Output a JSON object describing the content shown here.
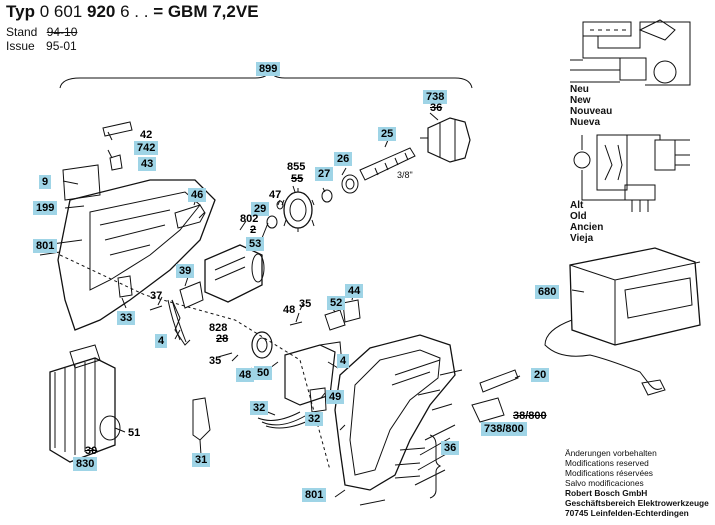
{
  "header": {
    "typ_label": "Typ",
    "typ_number_prefix": "0 601",
    "typ_number_bold": "920",
    "typ_number_suffix": "6 . .",
    "model": "= GBM 7,2VE",
    "stand_label": "Stand",
    "stand_old": "94-10",
    "issue_label": "Issue",
    "issue_value": "95-01"
  },
  "callouts": {
    "c899": "899",
    "c738": "738",
    "c36": "36",
    "c42": "42",
    "c742": "742",
    "c43": "43",
    "c25": "25",
    "c9": "9",
    "c199": "199",
    "c46": "46",
    "c855": "855",
    "c55": "55",
    "c26": "26",
    "c27": "27",
    "c47": "47",
    "c29": "29",
    "c802": "802",
    "c2": "2",
    "c53": "53",
    "c801a": "801",
    "c39": "39",
    "c37": "37",
    "c33": "33",
    "c35a": "35",
    "c52": "52",
    "c44": "44",
    "c48a": "48",
    "c828": "828",
    "c28": "28",
    "c4a": "4",
    "c35b": "35",
    "c4b": "4",
    "c48b": "48",
    "c50": "50",
    "c49": "49",
    "c32a": "32",
    "c32b": "32",
    "c51": "51",
    "c30": "30",
    "c830": "830",
    "c31": "31",
    "c20": "20",
    "c680": "680",
    "c38_800": "38/800",
    "c738_800": "738/800",
    "c36b": "36",
    "c801b": "801",
    "c38_8": "3/8\""
  },
  "legend_new": [
    "Neu",
    "New",
    "Nouveau",
    "Nueva"
  ],
  "legend_old": [
    "Alt",
    "Old",
    "Ancien",
    "Vieja"
  ],
  "footer": {
    "lines": [
      "Änderungen vorbehalten",
      "Modifications reserved",
      "Modifications réservées",
      "Salvo modificaciones"
    ],
    "company": [
      "Robert Bosch GmbH",
      "Geschäftsbereich Elektrowerkzeuge",
      "70745 Leinfelden-Echterdingen"
    ]
  },
  "colors": {
    "callout_bg": "#9fd4e6",
    "line": "#111111"
  }
}
